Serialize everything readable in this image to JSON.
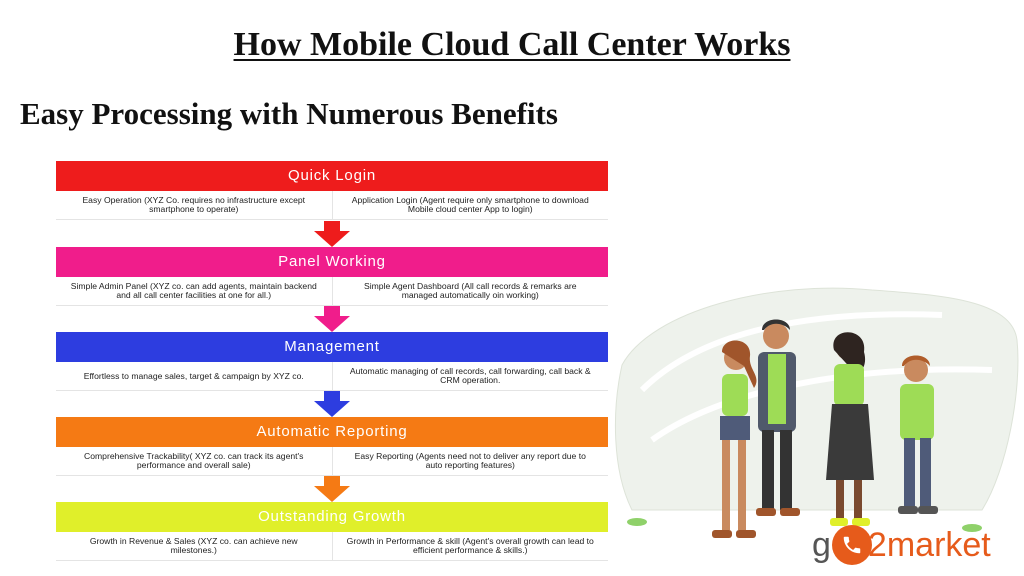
{
  "title": "How Mobile Cloud Call Center Works",
  "subtitle": "Easy Processing with Numerous Benefits",
  "steps": [
    {
      "header": "Quick Login",
      "color": "#ee1c1c",
      "left": "Easy Operation (XYZ Co. requires no infrastructure except smartphone to operate)",
      "right": "Application Login (Agent require only smartphone to download Mobile cloud center App to login)"
    },
    {
      "header": "Panel Working",
      "color": "#f01d8b",
      "left": "Simple Admin Panel (XYZ co. can add agents, maintain backend and all call center facilities at one for all.)",
      "right": "Simple Agent Dashboard (All call records & remarks are managed automatically oin working)"
    },
    {
      "header": "Management",
      "color": "#2d3de0",
      "left": "Effortless to manage sales, target & campaign by XYZ co.",
      "right": "Automatic managing of call records, call forwarding, call back & CRM operation."
    },
    {
      "header": "Automatic Reporting",
      "color": "#f57a14",
      "left": "Comprehensive Trackability( XYZ co. can track its agent's performance and overall sale)",
      "right": "Easy Reporting (Agents need not to deliver any report due to auto reporting features)"
    },
    {
      "header": "Outstanding Growth",
      "color": "#e0ef2a",
      "left": "Growth in Revenue & Sales (XYZ co. can achieve new milestones.)",
      "right": "Growth in Performance & skill (Agent's overall growth can lead to efficient performance & skills.)"
    }
  ],
  "arrow_colors": [
    "#ee1c1c",
    "#f01d8b",
    "#2d3de0",
    "#f57a14"
  ],
  "logo": {
    "g": "g",
    "two": "2",
    "market": "market"
  }
}
